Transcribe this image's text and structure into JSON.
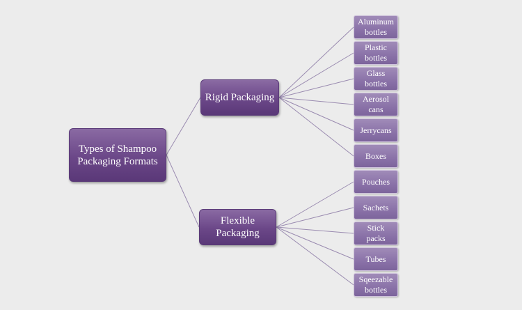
{
  "diagram": {
    "root": {
      "label": "Types of Shampoo\nPackaging Formats"
    },
    "branches": [
      {
        "label": "Rigid Packaging",
        "children": [
          "Aluminum\nbottles",
          "Plastic\nbottles",
          "Glass\nbottles",
          "Aerosol\ncans",
          "Jerrycans",
          "Boxes"
        ]
      },
      {
        "label": "Flexible\nPackaging",
        "children": [
          "Pouches",
          "Sachets",
          "Stick\npacks",
          "Tubes",
          "Sqeezable\nbottles"
        ]
      }
    ],
    "colors": {
      "background": "#ececec",
      "connector": "#9a8bb0",
      "node_dark": "#6b4788",
      "node_light": "#8a72a8"
    }
  }
}
